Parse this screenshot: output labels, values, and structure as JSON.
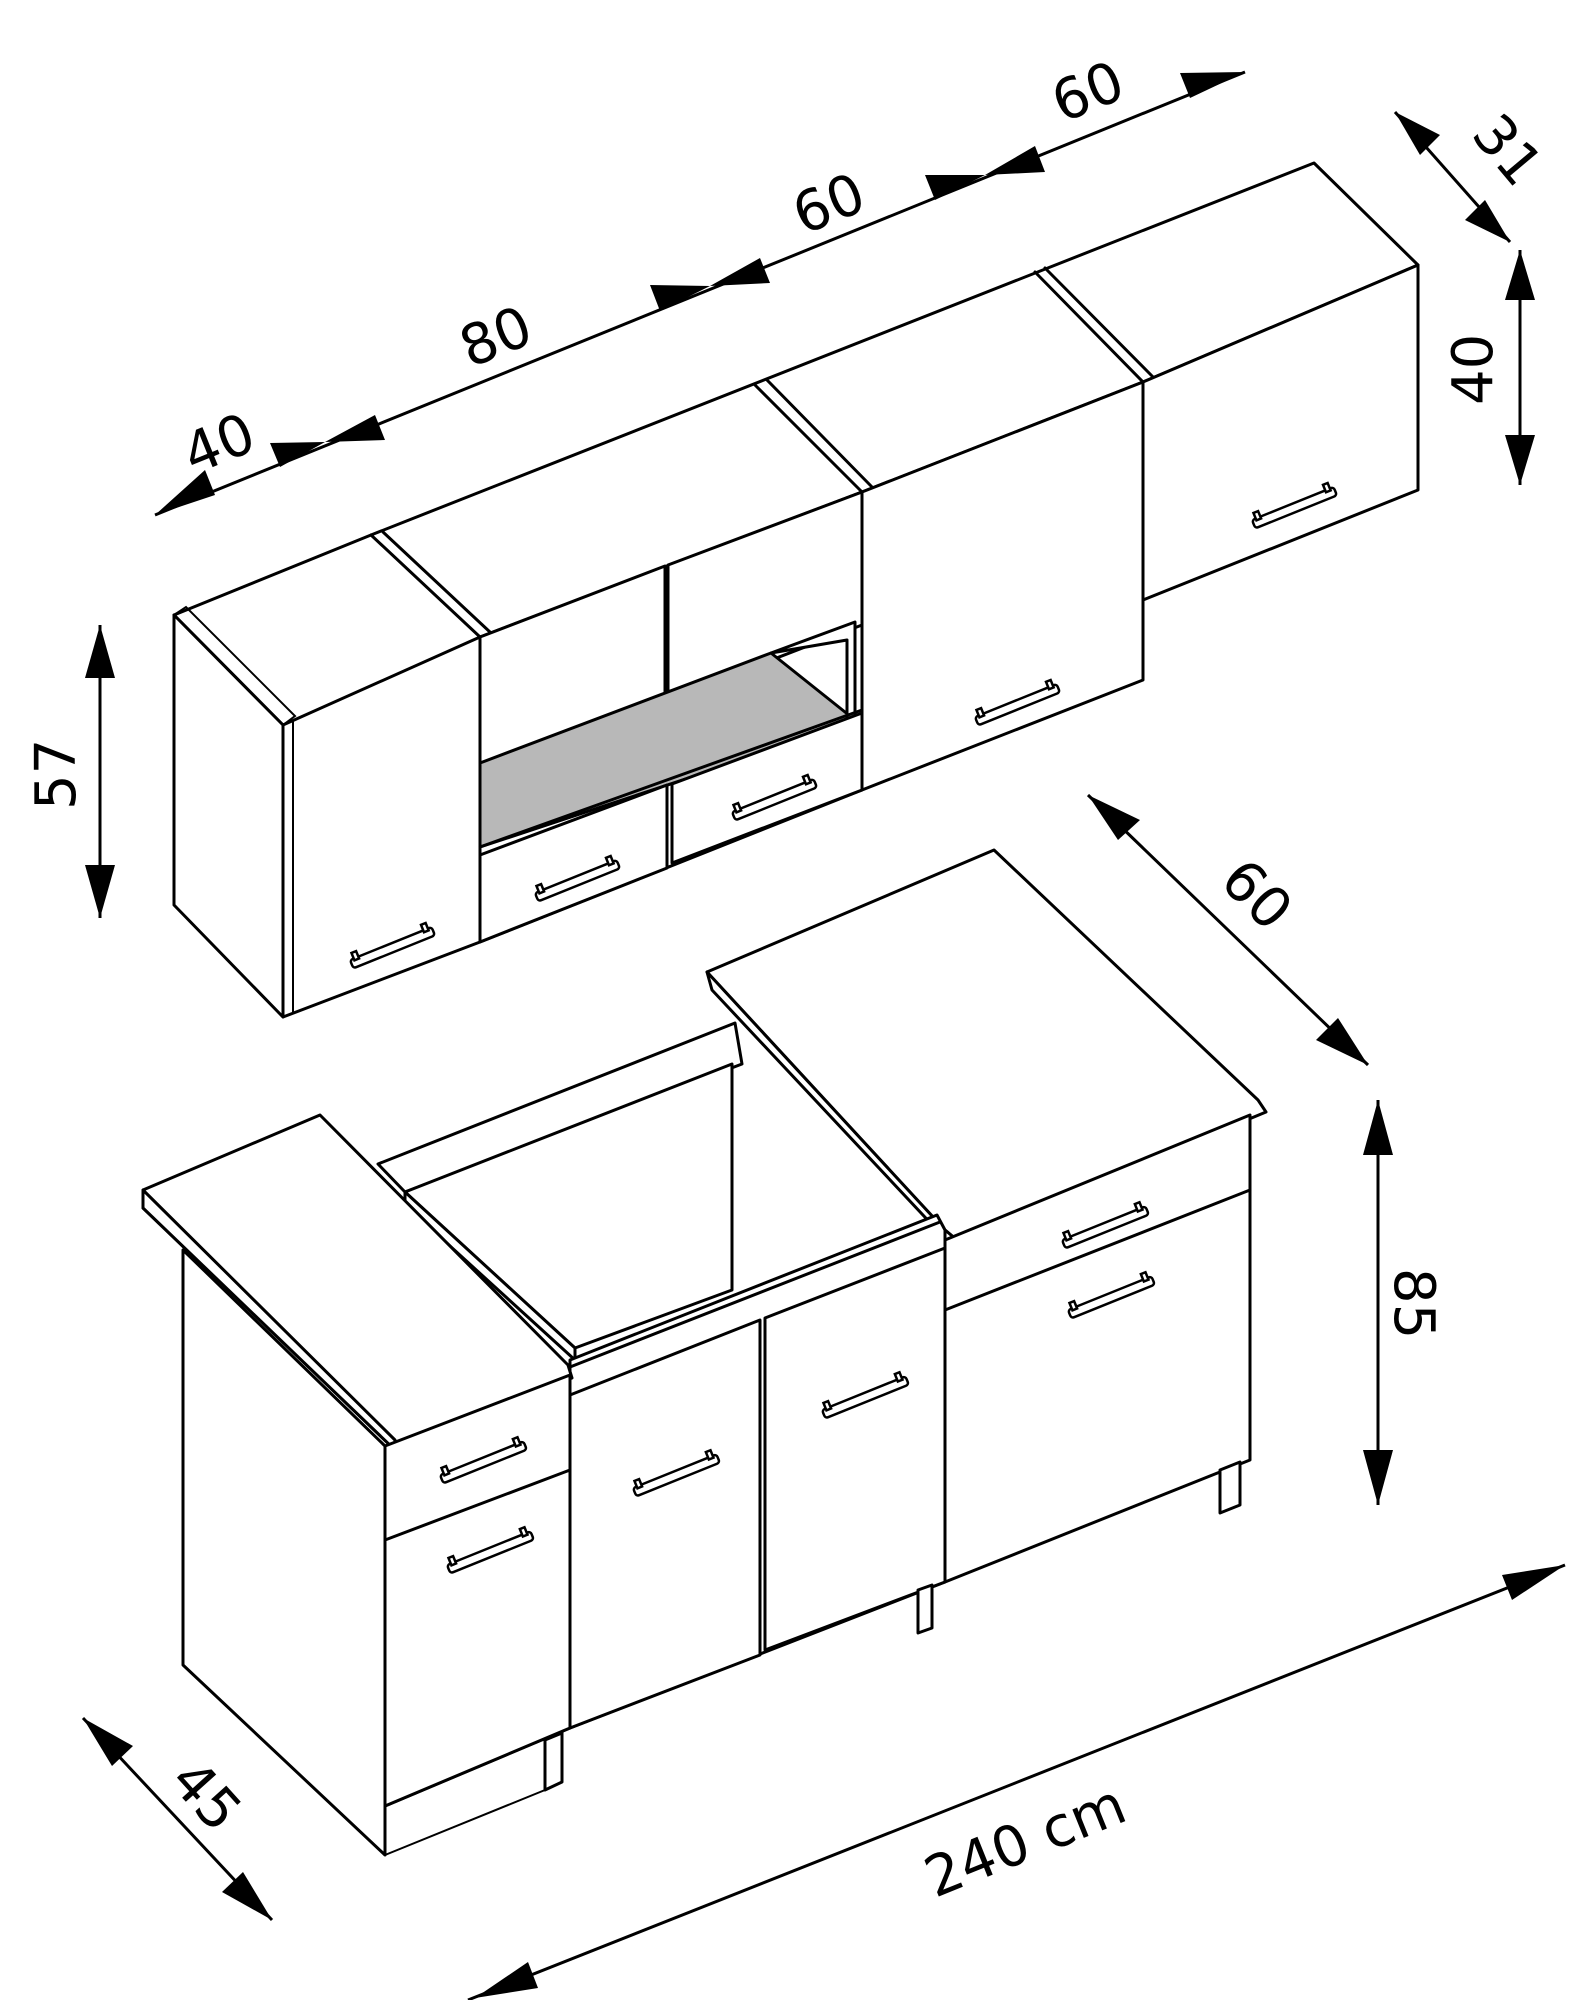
{
  "dimensions": {
    "wall_w1": "40",
    "wall_w2": "80",
    "wall_w3": "60",
    "wall_w4": "60",
    "wall_depth": "31",
    "wall_height_small": "40",
    "wall_height": "57",
    "base_depth_right": "60",
    "base_height": "85",
    "base_depth_left": "45",
    "total_width": "240 cm"
  },
  "colors": {
    "line": "#000000",
    "panel": "#ffffff",
    "cavity": "#b8b8b8"
  }
}
